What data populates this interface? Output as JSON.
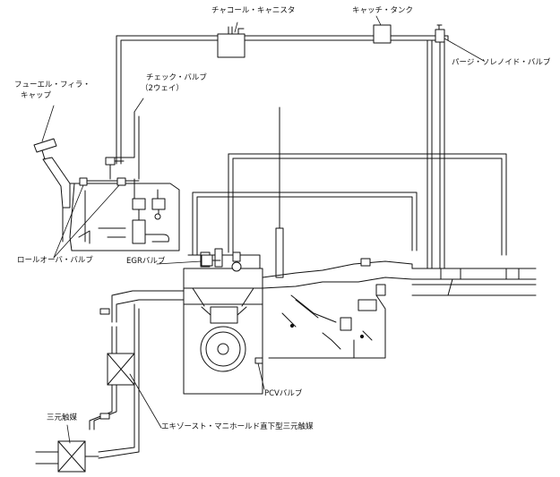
{
  "labels": {
    "charcoal_canister": "チャコール・キャニスタ",
    "catch_tank": "キャッチ・タンク",
    "purge_solenoid_valve": "パージ・ソレノイド・バルブ",
    "fuel_filler_cap_line1": "フューエル・フィラ・",
    "fuel_filler_cap_line2": "キャップ",
    "check_valve_line1": "チェック・バルブ",
    "check_valve_line2": "（2ウェイ）",
    "egr_valve": "EGRバルブ",
    "rollover_valve": "ロールオーバ・バルブ",
    "pcv_valve": "PCVバルブ",
    "three_way_catalyst": "三元触媒",
    "exhaust_manifold_catalyst": "エキゾースト・マニホールド直下型三元触媒"
  }
}
